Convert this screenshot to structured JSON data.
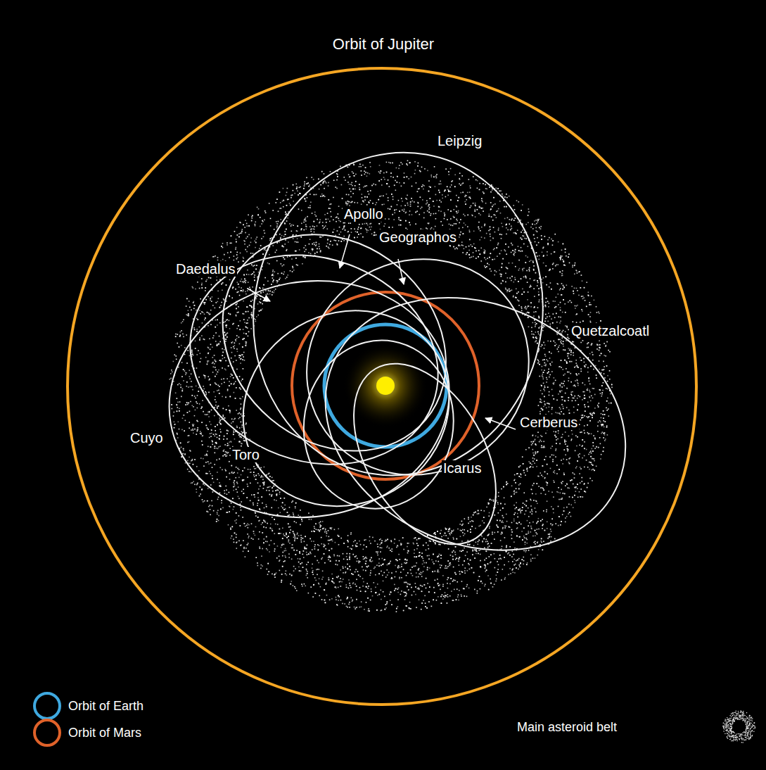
{
  "diagram": {
    "labels": [
      "Orbit of Jupiter",
      "Leipzig",
      "Apollo",
      "Geographos",
      "Daedalus",
      "Quetzalcoatl",
      "Cuyo",
      "Toro",
      "Cerberus",
      "Icarus"
    ],
    "legend": [
      {
        "text": "Orbit of Earth"
      },
      {
        "text": "Orbit of Mars"
      },
      {
        "text": "Main asteroid belt"
      }
    ]
  }
}
